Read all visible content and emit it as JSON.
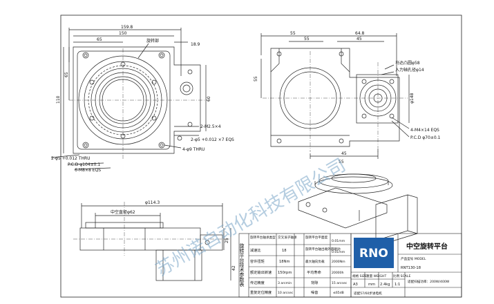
{
  "front_view": {
    "overall_width": "159.8",
    "inner_width": "150",
    "half_width": "65",
    "flange_offset": "18.9",
    "turntable_label": "旋转部",
    "height_overall": "110",
    "height_half": "65",
    "height_right": "60",
    "hole_spec_1": "2-M2.5×4",
    "hole_spec_2": "2-φ5 +0.012 ×7 EQS",
    "hole_spec_3": "4-φ9 THRU",
    "hole_spec_4": "2-φ5 +0.012 THRU",
    "pcd_label": "P.C.D φ104±0.1",
    "tap_label": "6-M8×8 EQS"
  },
  "top_view": {
    "dim_55_a": "55",
    "dim_64_8": "64.8",
    "dim_55_b": "55",
    "dim_45_a": "45",
    "dim_55_c": "55",
    "dim_45_b": "45",
    "dim_55_side": "55",
    "motor_square": "马达凸圆φ58",
    "input_bore": "入力轴孔径φ14",
    "motor_holes": "4-M4×14 EQS",
    "motor_pcd": "P.C.D φ70±0.1",
    "motor_dim": "φ148"
  },
  "side_view": {
    "outer_dia": "φ114.3",
    "hollow_dia": "中空直径φ62",
    "height_total": "42",
    "height_inner": "25"
  },
  "spec_table": {
    "vertical_title": "旋转平台技术参数表",
    "headers": [
      "旋转平台轴承类型",
      "交叉滚子轴承",
      "旋转平台平面度"
    ],
    "rows": [
      [
        "减速比",
        "18",
        "0.01mm",
        "旋转平台轴出端外圆跳动",
        "0.01mm"
      ],
      [
        "容许扭矩",
        "18Nm",
        "最大轴向负载",
        "2000Nm"
      ],
      [
        "额定输出转速",
        "150rpm",
        "平均寿命",
        "20000h"
      ],
      [
        "传达精度",
        "3 arcmin",
        "背隙",
        "15 arcsec"
      ],
      [
        "重复定位精度",
        "10 arcsec",
        "噪音",
        "≤65dB"
      ]
    ]
  },
  "title_block": {
    "logo": "RNO",
    "product_name": "中空旋转平台",
    "model_label": "产品型号 MODEL",
    "model_value": "RNT130-18",
    "col_size": "规格 SIZE",
    "col_weight": "重量 WEIGHT",
    "col_scale": "比例 SCALE",
    "size_value": "A3",
    "size_unit": "mm",
    "weight_value": "2.4kg",
    "scale_value": "1:1",
    "motor_power": "适配扫描功率：200W/400W",
    "motor_adapter": "适配57/60步进电机"
  },
  "watermark": "苏州诺自动化科技有限公司"
}
